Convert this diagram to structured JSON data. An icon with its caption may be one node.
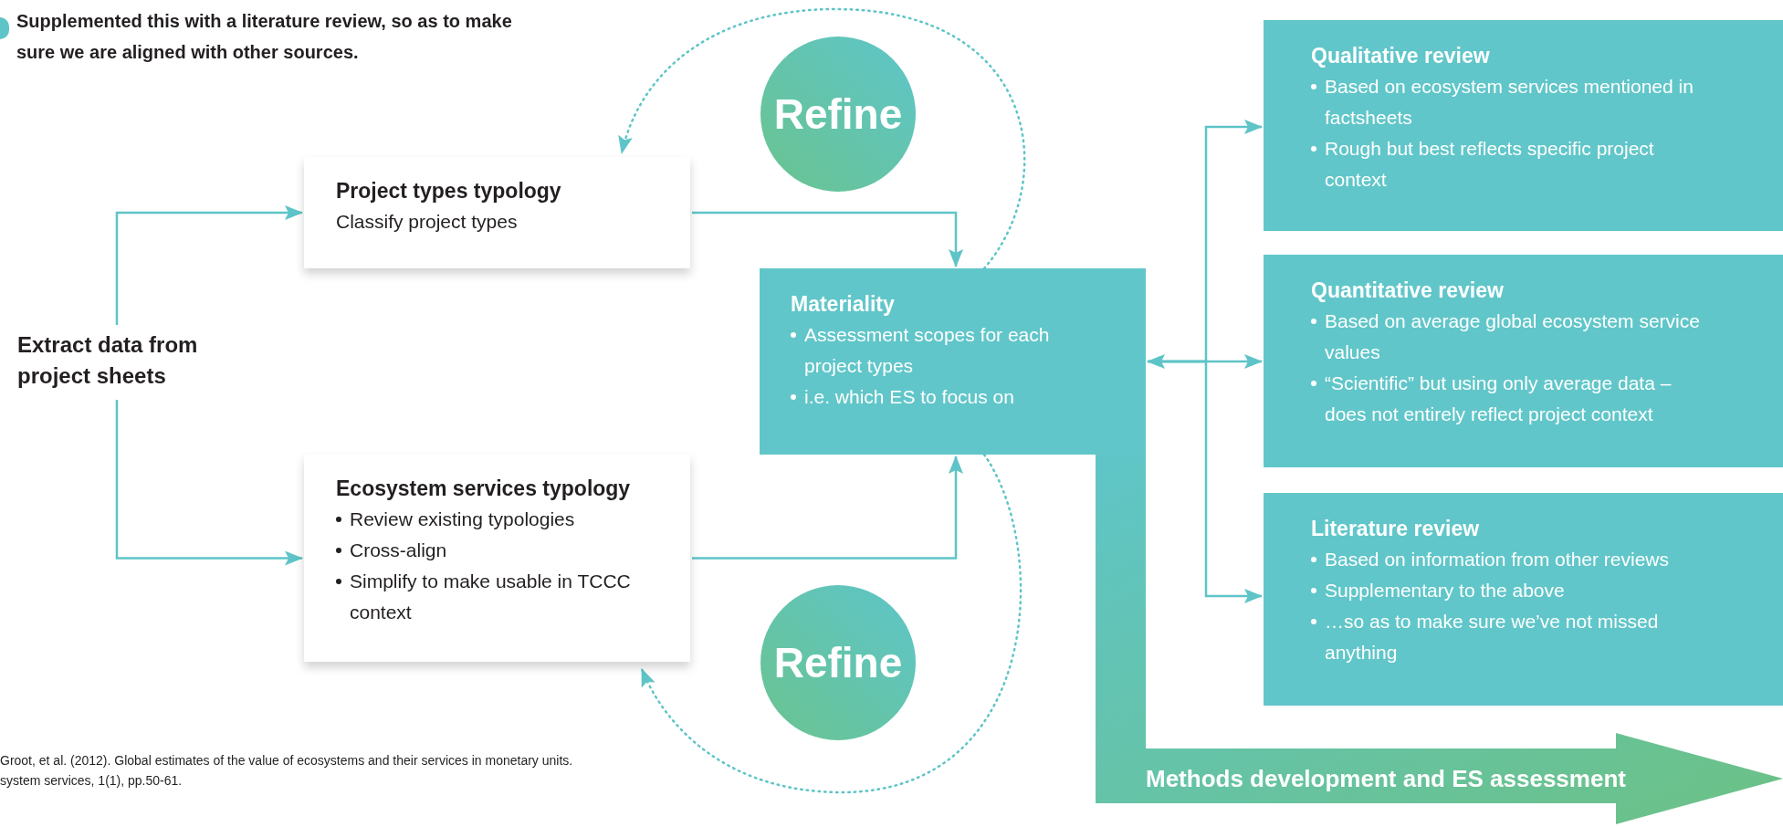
{
  "diagram": {
    "nodes": [
      {
        "text": [
          "Extract data from project sheets"
        ]
      },
      {
        "text": [
          "Project types typology",
          "Classify project types"
        ]
      },
      {
        "text": [
          "Refine"
        ]
      },
      {
        "text": [
          "Materiality",
          "Assessment scopes for each project types",
          "i.e. which ES to focus on"
        ]
      },
      {
        "text": [
          "Ecosystem services typology",
          "Review existing typologies",
          "Cross-align",
          "Simplify to make usable in TCCC context"
        ]
      },
      {
        "text": [
          "Refine"
        ]
      },
      {
        "text": [
          "Qualitative review",
          "Based on ecosystem services mentioned in factsheets",
          "Rough but best reflects specific project context"
        ]
      },
      {
        "text": [
          "Quantitative review",
          "Based on average global ecosystem service values",
          "“Scientific” but using only average data – does not entirely reflect project context"
        ]
      },
      {
        "text": [
          "Literature review",
          "Based on information from other reviews",
          "Supplementary to the above",
          "…so as to make sure we’ve not missed anything"
        ]
      },
      {
        "text": [
          "Methods development and ES assessment"
        ]
      }
    ],
    "edges": [
      {
        "from": 0,
        "to": 1,
        "arrow": "to"
      },
      {
        "from": 0,
        "to": 4,
        "arrow": "to"
      },
      {
        "from": 1,
        "to": 3,
        "arrow": "to"
      },
      {
        "from": 4,
        "to": 3,
        "arrow": "to"
      },
      {
        "from": 3,
        "to": 1,
        "arrow": "to",
        "style": "dashed"
      },
      {
        "from": 3,
        "to": 4,
        "arrow": "to",
        "style": "dashed"
      },
      {
        "from": 3,
        "to": 6,
        "arrow": "to"
      },
      {
        "from": 3,
        "to": 7,
        "arrow": "both"
      },
      {
        "from": 3,
        "to": 8,
        "arrow": "to"
      }
    ],
    "labels": [
      "Supplemented this with a literature review, so as to make sure we are aligned with other sources.",
      "Groot, et al. (2012). Global estimates of the value of ecosystems and their services in monetary units.",
      "system services, 1(1), pp.50-61."
    ]
  }
}
